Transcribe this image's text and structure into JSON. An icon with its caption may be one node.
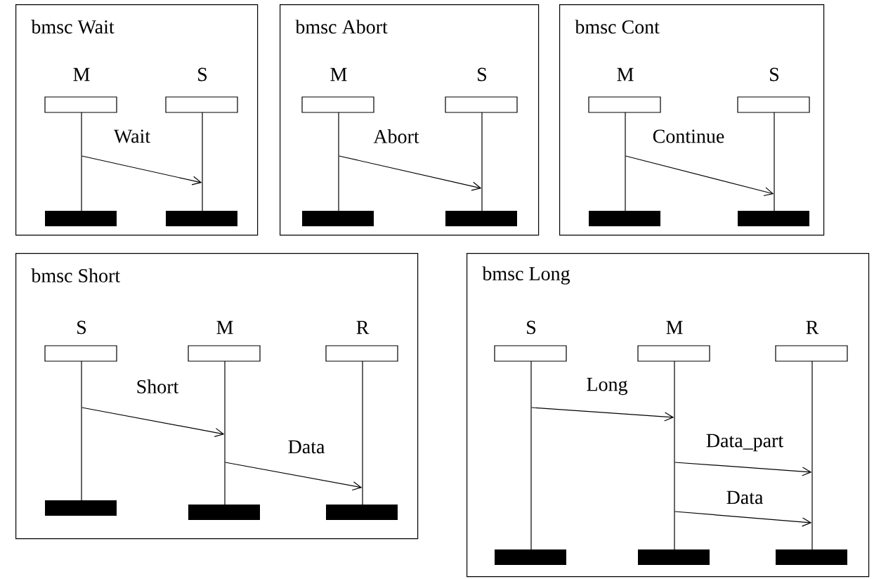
{
  "diagram": {
    "nodes": [
      {
        "text": [
          "bmsc Wait"
        ]
      },
      {
        "text": [
          "M"
        ],
        "in": 0
      },
      {
        "text": [
          "S"
        ],
        "in": 0
      },
      {
        "text": [
          "bmsc Abort"
        ]
      },
      {
        "text": [
          "M"
        ],
        "in": 3
      },
      {
        "text": [
          "S"
        ],
        "in": 3
      },
      {
        "text": [
          "bmsc Cont"
        ]
      },
      {
        "text": [
          "M"
        ],
        "in": 6
      },
      {
        "text": [
          "S"
        ],
        "in": 6
      },
      {
        "text": [
          "bmsc Short"
        ]
      },
      {
        "text": [
          "S"
        ],
        "in": 9
      },
      {
        "text": [
          "M"
        ],
        "in": 9
      },
      {
        "text": [
          "R"
        ],
        "in": 9
      },
      {
        "text": [
          "bmsc Long"
        ]
      },
      {
        "text": [
          "S"
        ],
        "in": 13
      },
      {
        "text": [
          "M"
        ],
        "in": 13
      },
      {
        "text": [
          "R"
        ],
        "in": 13
      }
    ],
    "edges": [
      {
        "from": 1,
        "to": 2,
        "arrow": "to",
        "label": "Wait"
      },
      {
        "from": 4,
        "to": 5,
        "arrow": "to",
        "label": "Abort"
      },
      {
        "from": 7,
        "to": 8,
        "arrow": "to",
        "label": "Continue"
      },
      {
        "from": 10,
        "to": 11,
        "arrow": "to",
        "label": "Short"
      },
      {
        "from": 11,
        "to": 12,
        "arrow": "to",
        "label": "Data"
      },
      {
        "from": 14,
        "to": 15,
        "arrow": "to",
        "label": "Long"
      },
      {
        "from": 15,
        "to": 16,
        "arrow": "to",
        "label": "Data_part"
      },
      {
        "from": 15,
        "to": 16,
        "arrow": "to",
        "label": "Data"
      }
    ]
  }
}
